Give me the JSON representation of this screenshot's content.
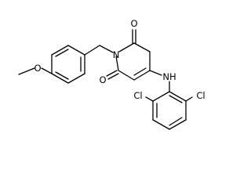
{
  "structure": {
    "atom_labels": {
      "ring_nitrogen": "N",
      "carbonyl_oxygen_top": "O",
      "carbonyl_oxygen_bottom": "O",
      "amine": "NH",
      "methoxy_oxygen": "O",
      "chlorine_left": "Cl",
      "chlorine_right": "Cl"
    }
  }
}
